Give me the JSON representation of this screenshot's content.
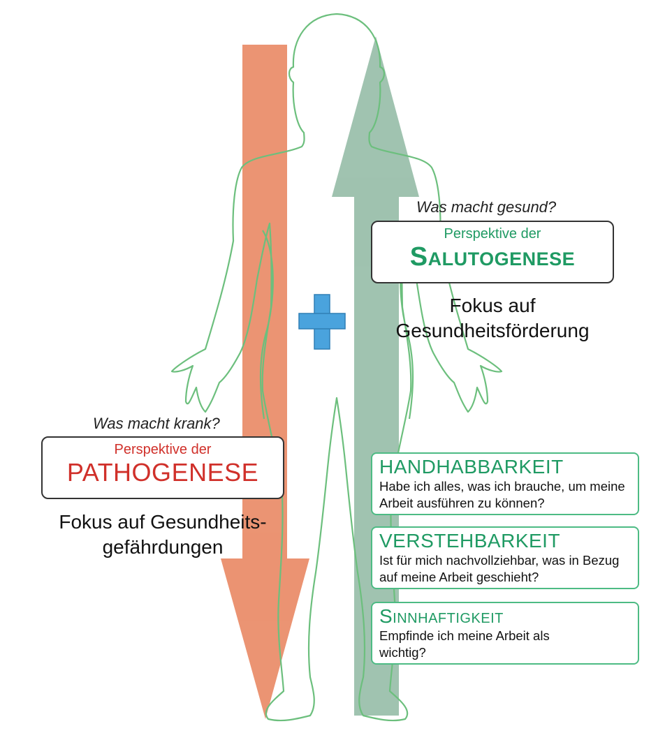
{
  "colors": {
    "down_arrow": "#e8815a",
    "up_arrow": "#8fb8a2",
    "body_outline": "#6cbf7d",
    "plus": "#4aa3dd",
    "pathogenese_red": "#d0302a",
    "salutogenese_green": "#1f9a63",
    "factor_border": "#4dbb84"
  },
  "icons": {
    "plus": "plus-icon",
    "body": "human-body-outline"
  },
  "salutogenese": {
    "question": "Was macht gesund?",
    "sub": "Perspektive der",
    "title": "Salutogenese",
    "focus_line1": "Fokus auf",
    "focus_line2": "Gesundheitsförderung"
  },
  "pathogenese": {
    "question": "Was macht krank?",
    "sub": "Perspektive der",
    "title": "PATHOGENESE",
    "focus_line1": "Fokus auf Gesundheits-",
    "focus_line2": "gefährdungen"
  },
  "factors": [
    {
      "title": "HANDHABBARKEIT",
      "question": "Habe ich alles, was ich brauche, um meine Arbeit ausführen zu können?"
    },
    {
      "title": "VERSTEHBARKEIT",
      "question": "Ist für mich nachvollziehbar, was in Bezug auf meine Arbeit geschieht?"
    },
    {
      "title": "Sinnhaftigkeit",
      "question": "Empfinde ich meine Arbeit als wichtig?"
    }
  ]
}
